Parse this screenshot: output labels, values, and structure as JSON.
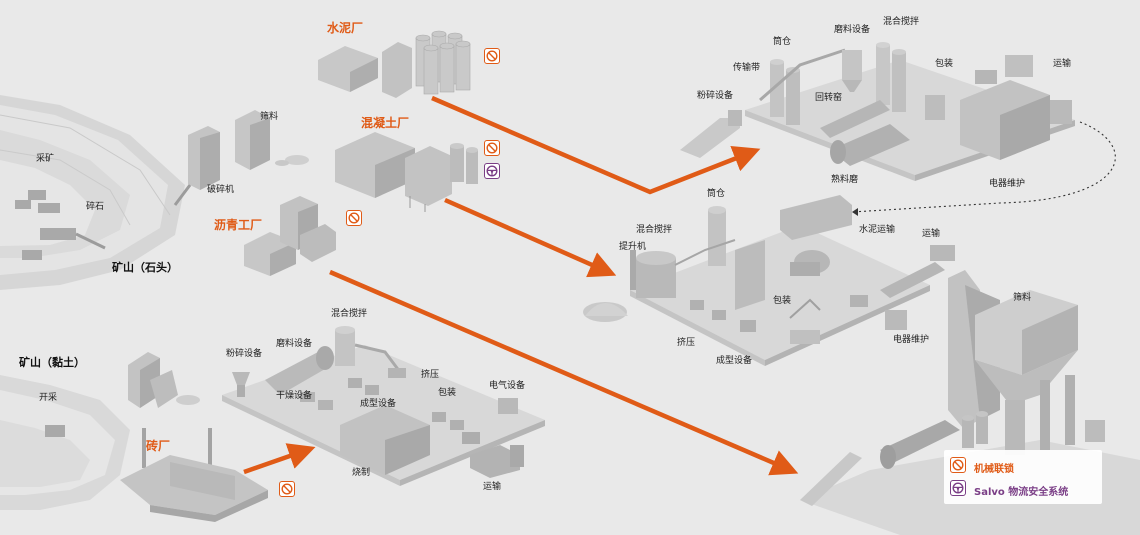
{
  "colors": {
    "accent": "#e05b17",
    "interlock": "#e05b17",
    "safety": "#7a3e86",
    "background": "#e9e9e9",
    "building": "#bdbdbd"
  },
  "plants": {
    "cement": "水泥厂",
    "concrete": "混凝土厂",
    "asphalt": "沥青工厂",
    "brick": "砖厂"
  },
  "quarry_stone": {
    "title": "矿山（石头）",
    "mining": "采矿",
    "crushed": "碎石",
    "crusher": "破碎机",
    "screen": "筛料"
  },
  "quarry_clay": {
    "title": "矿山（黏土）",
    "extract": "开采"
  },
  "brick_plant": {
    "crushing": "粉碎设备",
    "grinding": "磨料设备",
    "mixing": "混合搅拌",
    "extrude": "挤压",
    "drying": "干燥设备",
    "forming": "成型设备",
    "packing": "包装",
    "electrical": "电气设备",
    "firing": "烧制",
    "transport": "运输"
  },
  "cement_plant": {
    "silo": "筒仓",
    "grinding": "磨料设备",
    "mixing": "混合搅拌",
    "conveyor": "传输带",
    "crushing": "粉碎设备",
    "kiln": "回转窑",
    "packing": "包装",
    "transport": "运输",
    "clinker_mill": "熟料磨",
    "maintenance": "电器维护"
  },
  "concrete_plant": {
    "silo": "筒仓",
    "mixing": "混合搅拌",
    "elevator": "提升机",
    "cement_transport": "水泥运输",
    "transport": "运输",
    "packing": "包装",
    "extrude": "挤压",
    "forming": "成型设备",
    "maintenance": "电器维护"
  },
  "asphalt_plant": {
    "screen": "筛料"
  },
  "legend": {
    "interlock": "机械联锁",
    "safety": "Salvo 物流安全系统"
  },
  "icons": {
    "interlock": "no-entry-icon",
    "safety": "steering-wheel-icon"
  }
}
